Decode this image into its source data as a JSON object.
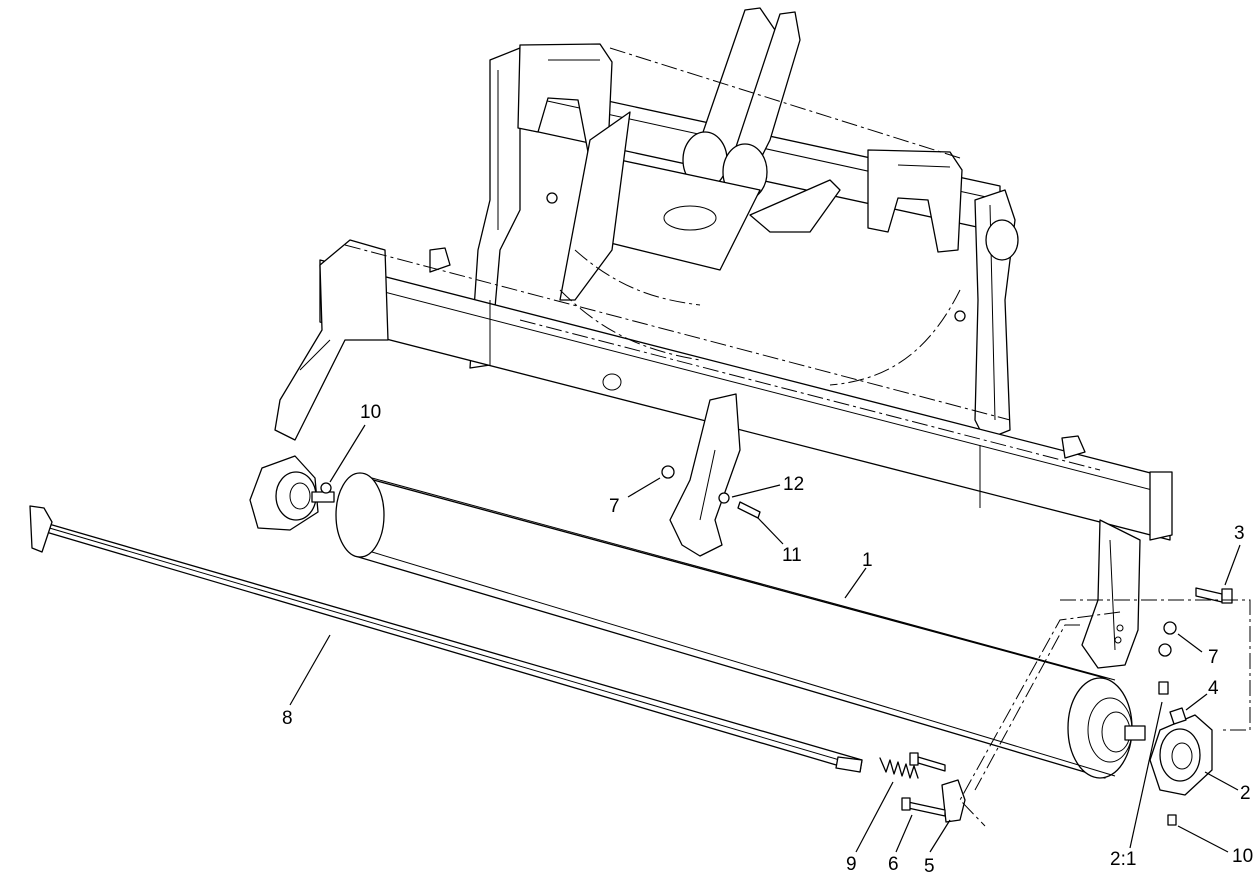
{
  "diagram": {
    "callouts": {
      "c1": "1",
      "c2": "2",
      "c2_1": "2:1",
      "c3": "3",
      "c4": "4",
      "c5": "5",
      "c6": "6",
      "c7_left": "7",
      "c7_right": "7",
      "c8": "8",
      "c9": "9",
      "c10_left": "10",
      "c10_right": "10",
      "c11": "11",
      "c12": "12"
    }
  }
}
